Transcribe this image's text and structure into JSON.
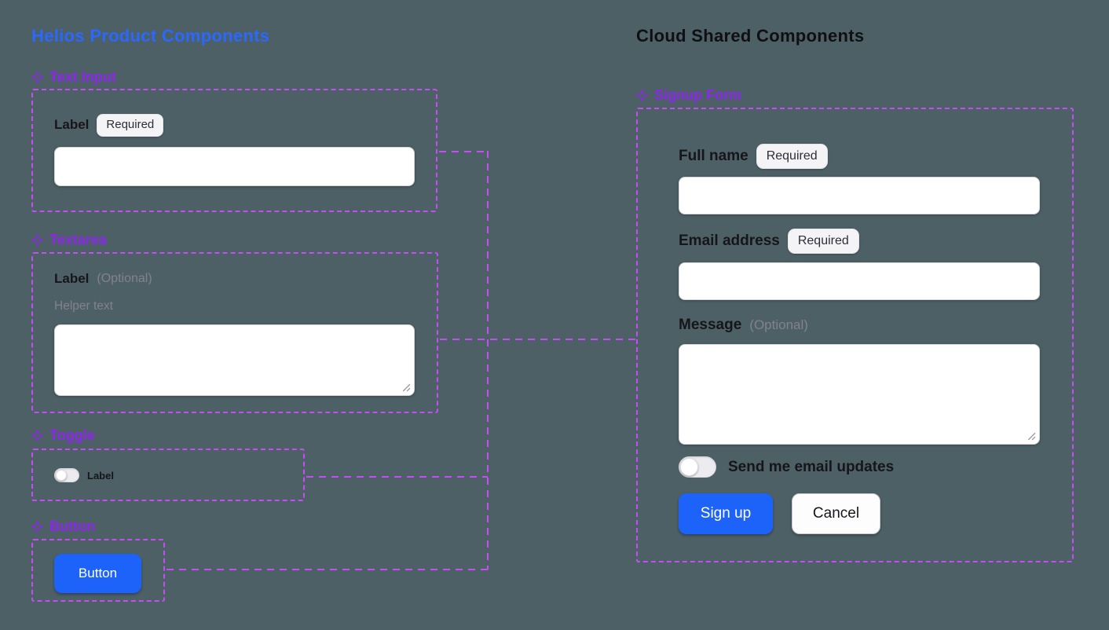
{
  "colors": {
    "background": "#4C6065",
    "frame_dash": "#C44DF6",
    "component_purple": "#8E26EE",
    "title_blue": "#2A68FF",
    "button_blue": "#1D63FA",
    "text_dark": "#17151C",
    "text_muted": "#83818C",
    "badge_bg": "#F4F3F6",
    "field_border": "#D6D5DC"
  },
  "icons": {
    "component": "component-diamond-icon",
    "resize": "resize-grip-icon"
  },
  "left": {
    "title": "Helios Product Components",
    "text_input": {
      "component": "Text Input",
      "label": "Label",
      "badge": "Required",
      "value": ""
    },
    "textarea": {
      "component": "Textarea",
      "label": "Label",
      "optional": "(Optional)",
      "helper": "Helper text",
      "value": ""
    },
    "toggle": {
      "component": "Toggle",
      "label": "Label",
      "state": "off"
    },
    "button": {
      "component": "Button",
      "label": "Button"
    }
  },
  "right": {
    "title": "Cloud Shared Components",
    "signup_form": {
      "component": "Signup Form",
      "full_name": {
        "label": "Full name",
        "badge": "Required",
        "value": ""
      },
      "email": {
        "label": "Email address",
        "badge": "Required",
        "value": ""
      },
      "message": {
        "label": "Message",
        "optional": "(Optional)",
        "value": ""
      },
      "updates_toggle": {
        "label": "Send me email updates",
        "state": "off"
      },
      "sign_up_label": "Sign up",
      "cancel_label": "Cancel"
    }
  }
}
